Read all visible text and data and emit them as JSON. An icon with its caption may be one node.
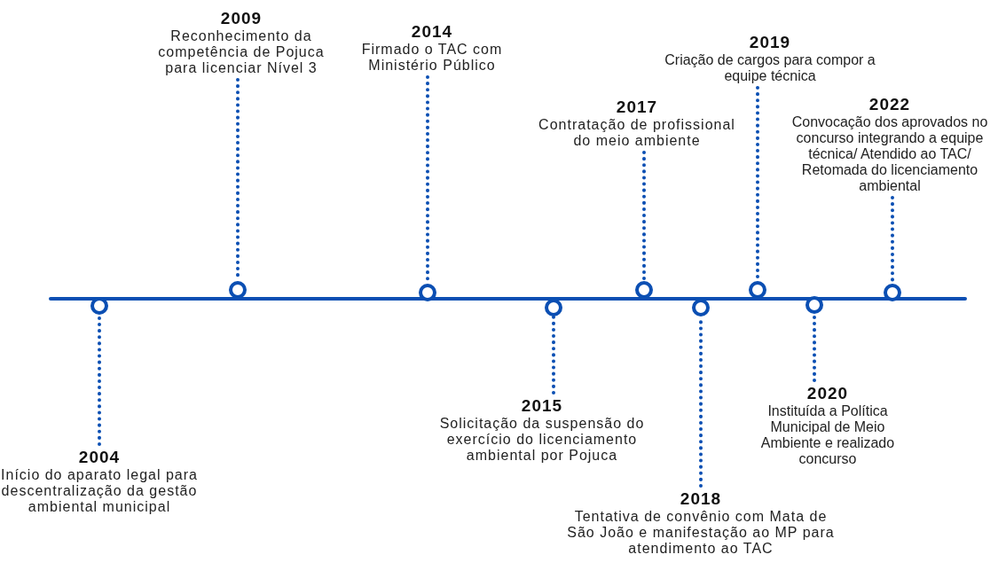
{
  "diagram": {
    "nodes": [
      {
        "text": [
          "2004",
          "Início do aparato legal para descentralização da gestão ambiental municipal"
        ]
      },
      {
        "text": [
          "2009",
          "Reconhecimento da competência de Pojuca para licenciar Nível 3"
        ]
      },
      {
        "text": [
          "2014",
          "Firmado o TAC com Ministério Público"
        ]
      },
      {
        "text": [
          "2015",
          "Solicitação da suspensão do exercício do licenciamento ambiental por Pojuca"
        ]
      },
      {
        "text": [
          "2017",
          "Contratação de profissional do meio ambiente"
        ]
      },
      {
        "text": [
          "2018",
          "Tentativa de convênio com Mata de São João e manifestação ao MP para atendimento ao TAC"
        ]
      },
      {
        "text": [
          "2019",
          "Criação de cargos para compor a equipe técnica"
        ]
      },
      {
        "text": [
          "2020",
          "Instituída a Política Municipal de Meio Ambiente e realizado concurso"
        ]
      },
      {
        "text": [
          "2022",
          "Convocação dos aprovados no concurso integrando a equipe técnica/ Atendido ao TAC/ Retomada do licenciamento ambiental"
        ]
      },
      {
        "text": [],
        "shape": "circle"
      },
      {
        "text": [],
        "shape": "circle"
      },
      {
        "text": [],
        "shape": "circle"
      },
      {
        "text": [],
        "shape": "circle"
      },
      {
        "text": [],
        "shape": "circle"
      },
      {
        "text": [],
        "shape": "circle"
      },
      {
        "text": [],
        "shape": "circle"
      },
      {
        "text": [],
        "shape": "circle"
      },
      {
        "text": [],
        "shape": "circle"
      }
    ],
    "edges": [
      {
        "from": 0,
        "to": 9,
        "arrow": "none",
        "style": "dashed"
      },
      {
        "from": 1,
        "to": 10,
        "arrow": "none",
        "style": "dashed"
      },
      {
        "from": 2,
        "to": 11,
        "arrow": "none",
        "style": "dashed"
      },
      {
        "from": 3,
        "to": 12,
        "arrow": "none",
        "style": "dashed"
      },
      {
        "from": 4,
        "to": 13,
        "arrow": "none",
        "style": "dashed"
      },
      {
        "from": 5,
        "to": 14,
        "arrow": "none",
        "style": "dashed"
      },
      {
        "from": 6,
        "to": 15,
        "arrow": "none",
        "style": "dashed"
      },
      {
        "from": 7,
        "to": 16,
        "arrow": "none",
        "style": "dashed"
      },
      {
        "from": 8,
        "to": 17,
        "arrow": "none",
        "style": "dashed"
      }
    ]
  }
}
